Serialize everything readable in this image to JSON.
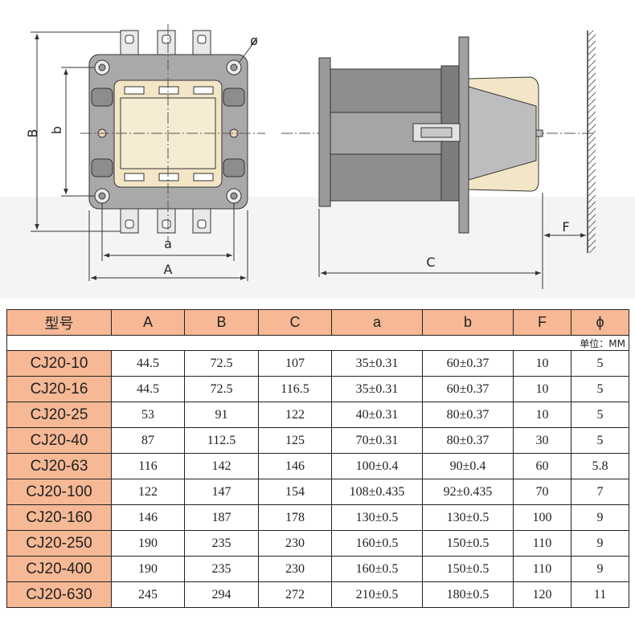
{
  "diagram": {
    "labels": {
      "B": "B",
      "b": "b",
      "a": "a",
      "A": "A",
      "C": "C",
      "F": "F",
      "phi": "ø"
    }
  },
  "table": {
    "unit": "单位：MM",
    "headers": [
      "型号",
      "A",
      "B",
      "C",
      "a",
      "b",
      "F",
      "ϕ"
    ],
    "rows": [
      [
        "CJ20-10",
        "44.5",
        "72.5",
        "107",
        "35±0.31",
        "60±0.37",
        "10",
        "5"
      ],
      [
        "CJ20-16",
        "44.5",
        "72.5",
        "116.5",
        "35±0.31",
        "60±0.37",
        "10",
        "5"
      ],
      [
        "CJ20-25",
        "53",
        "91",
        "122",
        "40±0.31",
        "80±0.37",
        "10",
        "5"
      ],
      [
        "CJ20-40",
        "87",
        "112.5",
        "125",
        "70±0.31",
        "80±0.37",
        "30",
        "5"
      ],
      [
        "CJ20-63",
        "116",
        "142",
        "146",
        "100±0.4",
        "90±0.4",
        "60",
        "5.8"
      ],
      [
        "CJ20-100",
        "122",
        "147",
        "154",
        "108±0.435",
        "92±0.435",
        "70",
        "7"
      ],
      [
        "CJ20-160",
        "146",
        "187",
        "178",
        "130±0.5",
        "130±0.5",
        "100",
        "9"
      ],
      [
        "CJ20-250",
        "190",
        "235",
        "230",
        "160±0.5",
        "150±0.5",
        "110",
        "9"
      ],
      [
        "CJ20-400",
        "190",
        "235",
        "230",
        "160±0.5",
        "150±0.5",
        "110",
        "9"
      ],
      [
        "CJ20-630",
        "245",
        "294",
        "272",
        "210±0.5",
        "180±0.5",
        "120",
        "11"
      ]
    ]
  }
}
